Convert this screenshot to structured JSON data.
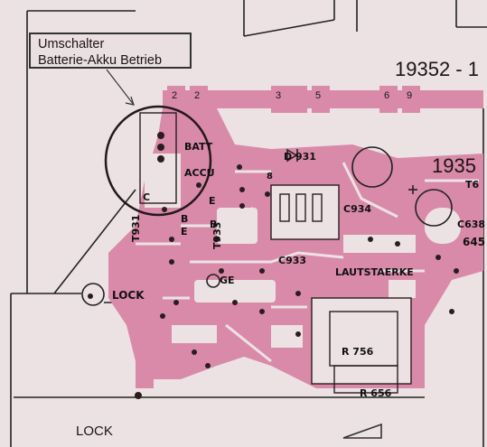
{
  "annotation": {
    "line1": "Umschalter",
    "line2": "Batterie-Akku Betrieb"
  },
  "board_numbers": [
    "19352 - 1",
    "1935"
  ],
  "connector_pins": [
    "2",
    "3",
    "5",
    "6",
    "9"
  ],
  "labels": {
    "batt": "BATT",
    "accu": "ACCU",
    "d931": "D 931",
    "c934": "C934",
    "c933": "C933",
    "c638": "C638",
    "c645": "645",
    "t931": "T931",
    "t933": "T933",
    "lock_mid": "LOCK",
    "lock_bottom": "LOCK",
    "ge": "GE",
    "lautstaerke": "LAUTSTAERKE",
    "r756": "R 756",
    "r656": "R 656",
    "e1": "E",
    "e2": "E",
    "b1": "B",
    "b2": "B",
    "c_label": "C",
    "num8": "8",
    "t_prefix": "T6"
  },
  "colors": {
    "paper": "#ece2e3",
    "copper": "#d98aa8",
    "ink": "#1a1414"
  }
}
